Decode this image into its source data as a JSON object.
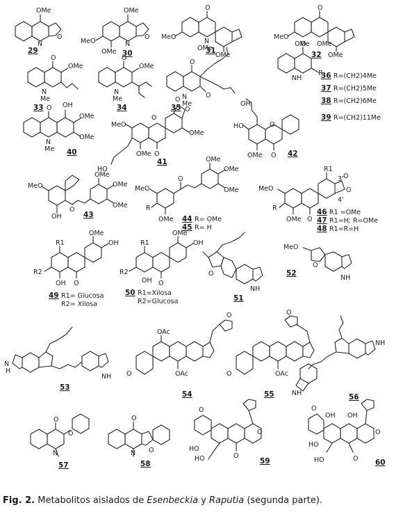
{
  "caption": {
    "label": "Fig. 2.",
    "text_before": " Metabolitos aislados de ",
    "genus1": "Esenbeckia",
    "text_middle": " y ",
    "genus2": "Raputia",
    "text_after": " (segunda parte)."
  },
  "compounds": [
    {
      "number": "29"
    },
    {
      "number": "30"
    },
    {
      "number": "31"
    },
    {
      "number": "32"
    },
    {
      "number": "33"
    },
    {
      "number": "34"
    },
    {
      "number": "35"
    },
    {
      "number": "36",
      "substituent": "R=(CH2)4Me"
    },
    {
      "number": "37",
      "substituent": "R=(CH2)5Me"
    },
    {
      "number": "38",
      "substituent": "R=(CH2)6Me"
    },
    {
      "number": "39",
      "substituent": "R=(CH2)11Me"
    },
    {
      "number": "40"
    },
    {
      "number": "41"
    },
    {
      "number": "42"
    },
    {
      "number": "43"
    },
    {
      "number": "44",
      "substituent": "R= OMe"
    },
    {
      "number": "45",
      "substituent": "R= H"
    },
    {
      "number": "46",
      "substituent": "R1 =OMe"
    },
    {
      "number": "47",
      "substituent": "R1=H; R=OMe"
    },
    {
      "number": "48",
      "substituent": "R1=R=H"
    },
    {
      "number": "49",
      "substituent1": "R1= Glucosa",
      "substituent2": "R2= Xilosa"
    },
    {
      "number": "50",
      "substituent1": "R1=Xilosa",
      "substituent2": "R2=Glucosa"
    },
    {
      "number": "51"
    },
    {
      "number": "52"
    },
    {
      "number": "53"
    },
    {
      "number": "54"
    },
    {
      "number": "55"
    },
    {
      "number": "56"
    },
    {
      "number": "57"
    },
    {
      "number": "58"
    },
    {
      "number": "59"
    },
    {
      "number": "60"
    }
  ],
  "atom_labels": {
    "ome": "OMe",
    "o": "O",
    "n": "N",
    "me": "Me",
    "nme": "N-Me",
    "nh": "NH",
    "h": "H",
    "oh": "OH",
    "ho": "HO",
    "meo": "MeO",
    "r": "R",
    "r1": "R1",
    "r2": "R2",
    "oac": "OAc",
    "three_prime": "3'",
    "four_prime": "4'"
  }
}
